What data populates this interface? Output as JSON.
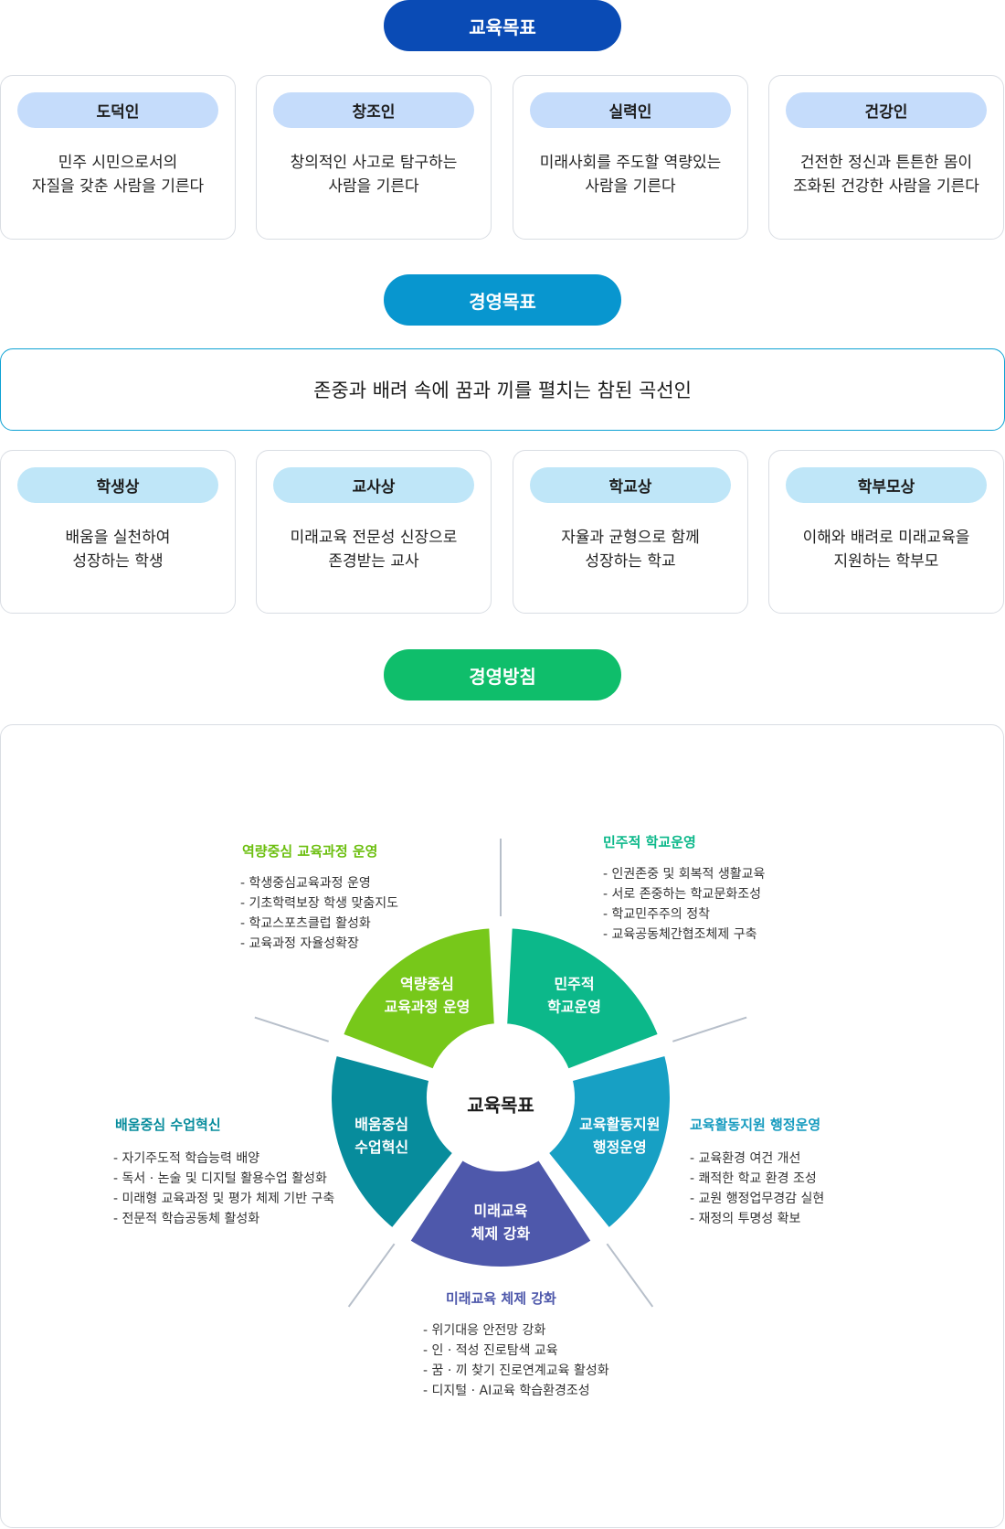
{
  "education_goal": {
    "header": "교육목표",
    "cards": [
      {
        "tag": "도덕인",
        "desc": "민주 시민으로서의\n자질을 갖춘 사람을 기른다"
      },
      {
        "tag": "창조인",
        "desc": "창의적인 사고로 탐구하는\n사람을 기른다"
      },
      {
        "tag": "실력인",
        "desc": "미래사회를 주도할 역량있는\n사람을 기른다"
      },
      {
        "tag": "건강인",
        "desc": "건전한 정신과 튼튼한 몸이\n조화된 건강한 사람을 기른다"
      }
    ]
  },
  "management_goal": {
    "header": "경영목표",
    "banner": "존중과 배려 속에 꿈과 끼를 펼치는 참된 곡선인",
    "cards": [
      {
        "tag": "학생상",
        "desc": "배움을 실천하여\n성장하는 학생"
      },
      {
        "tag": "교사상",
        "desc": "미래교육 전문성 신장으로\n존경받는 교사"
      },
      {
        "tag": "학교상",
        "desc": "자율과 균형으로 함께\n성장하는 학교"
      },
      {
        "tag": "학부모상",
        "desc": "이해와 배려로 미래교육을\n지원하는 학부모"
      }
    ]
  },
  "management_policy": {
    "header": "경영방침",
    "center": "교육목표",
    "segments": [
      {
        "label_line1": "역량중심",
        "label_line2": "교육과정 운영",
        "color": "#77c81a"
      },
      {
        "label_line1": "민주적",
        "label_line2": "학교운영",
        "color": "#0cb88a"
      },
      {
        "label_line1": "교육활동지원",
        "label_line2": "행정운영",
        "color": "#17a0c4"
      },
      {
        "label_line1": "미래교육",
        "label_line2": "체제 강화",
        "color": "#4e58ab"
      },
      {
        "label_line1": "배움중심",
        "label_line2": "수업혁신",
        "color": "#078c9c"
      }
    ],
    "details": [
      {
        "title": "역량중심 교육과정 운영",
        "color": "#6cbf0f",
        "items": "- 학생중심교육과정 운영\n- 기초학력보장 학생 맞춤지도\n- 학교스포츠클럽 활성화\n- 교육과정 자율성확장"
      },
      {
        "title": "민주적 학교운영",
        "color": "#0cb88a",
        "items": "- 인권존중 및 회복적 생활교육\n- 서로 존중하는 학교문화조성\n- 학교민주주의 정착\n- 교육공동체간협조체제 구축"
      },
      {
        "title": "교육활동지원 행정운영",
        "color": "#169bbf",
        "items": "- 교육환경 여건 개선\n- 쾌적한 학교 환경 조성\n- 교원 행정업무경감 실현\n- 재정의 투명성 확보"
      },
      {
        "title": "미래교육 체제 강화",
        "color": "#4e58ab",
        "items": "- 위기대응 안전망 강화\n- 인 · 적성 진로탐색 교육\n- 꿈 · 끼 찾기 진로연계교육 활성화\n- 디지털 · AI교육 학습환경조성"
      },
      {
        "title": "배움중심 수업혁신",
        "color": "#078c9c",
        "items": "- 자기주도적 학습능력 배양\n- 독서 · 논술 및 디지털 활용수업 활성화\n- 미래형 교육과정 및 평가 체제 기반 구축\n- 전문적 학습공동체 활성화"
      }
    ]
  }
}
